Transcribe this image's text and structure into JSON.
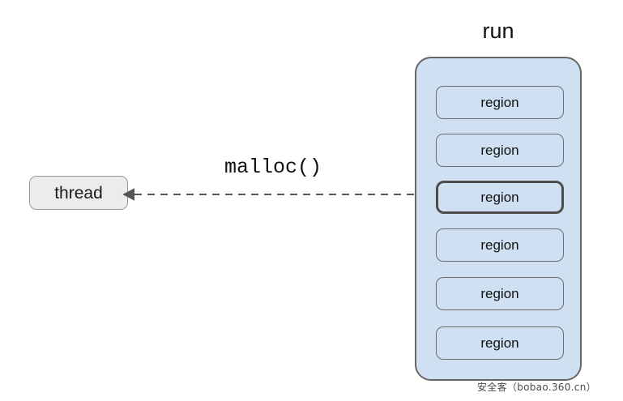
{
  "diagram": {
    "title_run": "run",
    "thread_node": {
      "label": "thread"
    },
    "edge": {
      "label": "malloc()",
      "style": "dashed",
      "direction": "bidirectional",
      "arrow_left": "arrowhead-left-icon",
      "arrow_right": "arrowhead-right-icon"
    },
    "run_container": {
      "label": "run",
      "regions": [
        {
          "label": "region",
          "highlighted": false
        },
        {
          "label": "region",
          "highlighted": false
        },
        {
          "label": "region",
          "highlighted": true
        },
        {
          "label": "region",
          "highlighted": false
        },
        {
          "label": "region",
          "highlighted": false
        },
        {
          "label": "region",
          "highlighted": false
        }
      ]
    }
  },
  "watermark": {
    "text": "安全客（bobao.360.cn）"
  },
  "colors": {
    "background": "#ffffff",
    "thread_fill": "#ececec",
    "thread_stroke": "#999999",
    "run_fill": "#cfe0f2",
    "run_stroke": "#666666",
    "region_stroke": "#6d6d6d",
    "region_highlight_stroke": "#4d4d4d",
    "edge_stroke": "#555555",
    "text": "#111111"
  }
}
